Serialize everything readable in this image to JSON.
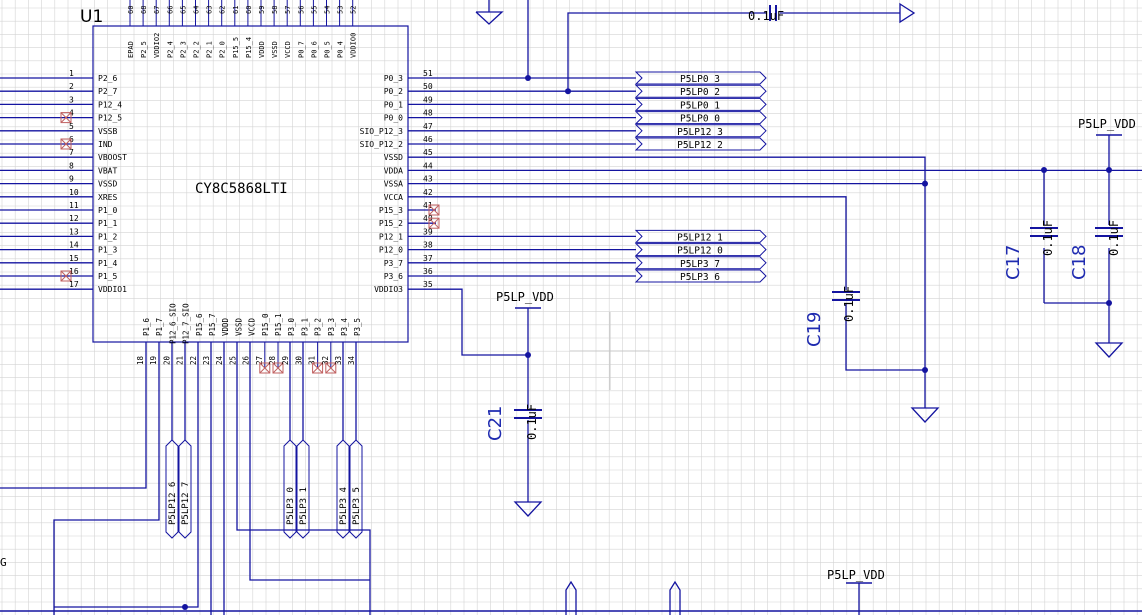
{
  "colors": {
    "wire": "#1414a0",
    "text": "#000000",
    "refdes": "#1f2bb0",
    "grid": "#d4d4d4",
    "nc": "#c06060"
  },
  "chip": {
    "ref": "U1",
    "part": "CY8C5868LTI",
    "top_pins": [
      {
        "num": "60",
        "name": "EPAD"
      },
      {
        "num": "68",
        "name": "P2_5"
      },
      {
        "num": "67",
        "name": "VDDIO2"
      },
      {
        "num": "66",
        "name": "P2_4"
      },
      {
        "num": "65",
        "name": "P2_3"
      },
      {
        "num": "64",
        "name": "P2_2"
      },
      {
        "num": "63",
        "name": "P2_1"
      },
      {
        "num": "62",
        "name": "P2_0"
      },
      {
        "num": "61",
        "name": "P15_5"
      },
      {
        "num": "60",
        "name": "P15_4"
      },
      {
        "num": "59",
        "name": "VDDD"
      },
      {
        "num": "58",
        "name": "VSSD"
      },
      {
        "num": "57",
        "name": "VCCD"
      },
      {
        "num": "56",
        "name": "P0_7"
      },
      {
        "num": "55",
        "name": "P0_6"
      },
      {
        "num": "54",
        "name": "P0_5"
      },
      {
        "num": "53",
        "name": "P0_4"
      },
      {
        "num": "52",
        "name": "VDDIO0"
      }
    ],
    "left_pins": [
      {
        "num": "1",
        "name": "P2_6"
      },
      {
        "num": "2",
        "name": "P2_7"
      },
      {
        "num": "3",
        "name": "P12_4"
      },
      {
        "num": "4",
        "name": "P12_5"
      },
      {
        "num": "5",
        "name": "VSSB"
      },
      {
        "num": "6",
        "name": "IND"
      },
      {
        "num": "7",
        "name": "VBOOST"
      },
      {
        "num": "8",
        "name": "VBAT"
      },
      {
        "num": "9",
        "name": "VSSD"
      },
      {
        "num": "10",
        "name": "XRES"
      },
      {
        "num": "11",
        "name": "P1_0"
      },
      {
        "num": "12",
        "name": "P1_1"
      },
      {
        "num": "13",
        "name": "P1_2"
      },
      {
        "num": "14",
        "name": "P1_3"
      },
      {
        "num": "15",
        "name": "P1_4"
      },
      {
        "num": "16",
        "name": "P1_5"
      },
      {
        "num": "17",
        "name": "VDDIO1"
      }
    ],
    "right_pins": [
      {
        "num": "51",
        "name": "P0_3"
      },
      {
        "num": "50",
        "name": "P0_2"
      },
      {
        "num": "49",
        "name": "P0_1"
      },
      {
        "num": "48",
        "name": "P0_0"
      },
      {
        "num": "47",
        "name": "SIO_P12_3"
      },
      {
        "num": "46",
        "name": "SIO_P12_2"
      },
      {
        "num": "45",
        "name": "VSSD"
      },
      {
        "num": "44",
        "name": "VDDA"
      },
      {
        "num": "43",
        "name": "VSSA"
      },
      {
        "num": "42",
        "name": "VCCA"
      },
      {
        "num": "41",
        "name": "P15_3"
      },
      {
        "num": "40",
        "name": "P15_2"
      },
      {
        "num": "39",
        "name": "P12_1"
      },
      {
        "num": "38",
        "name": "P12_0"
      },
      {
        "num": "37",
        "name": "P3_7"
      },
      {
        "num": "36",
        "name": "P3_6"
      },
      {
        "num": "35",
        "name": "VDDIO3"
      }
    ],
    "bottom_pins": [
      {
        "num": "18",
        "name": "P1_6"
      },
      {
        "num": "19",
        "name": "P1_7"
      },
      {
        "num": "20",
        "name": "P12_6_SIO"
      },
      {
        "num": "21",
        "name": "P12_7_SIO"
      },
      {
        "num": "22",
        "name": "P15_6"
      },
      {
        "num": "23",
        "name": "P15_7"
      },
      {
        "num": "24",
        "name": "VDDD"
      },
      {
        "num": "25",
        "name": "VSSD"
      },
      {
        "num": "26",
        "name": "VCCD"
      },
      {
        "num": "27",
        "name": "P15_0"
      },
      {
        "num": "28",
        "name": "P15_1"
      },
      {
        "num": "29",
        "name": "P3_0"
      },
      {
        "num": "30",
        "name": "P3_1"
      },
      {
        "num": "31",
        "name": "P3_2"
      },
      {
        "num": "32",
        "name": "P3_3"
      },
      {
        "num": "33",
        "name": "P3_4"
      },
      {
        "num": "34",
        "name": "P3_5"
      }
    ]
  },
  "net_labels_right": [
    "P5LP0_3",
    "P5LP0_2",
    "P5LP0_1",
    "P5LP0_0",
    "P5LP12_3",
    "P5LP12_2",
    "P5LP12_1",
    "P5LP12_0",
    "P5LP3_7",
    "P5LP3_6"
  ],
  "net_labels_bottom": [
    "P5LP12_6",
    "P5LP12_7",
    "P5LP3_0",
    "P5LP3_1",
    "P5LP3_4",
    "P5LP3_5"
  ],
  "capacitors": [
    {
      "ref": "C17",
      "value": "0.1uF"
    },
    {
      "ref": "C18",
      "value": "0.1uF"
    },
    {
      "ref": "C19",
      "value": "0.1uF"
    },
    {
      "ref": "C21",
      "value": "0.1uF"
    },
    {
      "ref": "",
      "value": "0.1uF"
    }
  ],
  "power_labels": [
    "P5LP_VDD",
    "P5LP_VDD",
    "P5LP_VDD"
  ],
  "cropped_label": "G"
}
